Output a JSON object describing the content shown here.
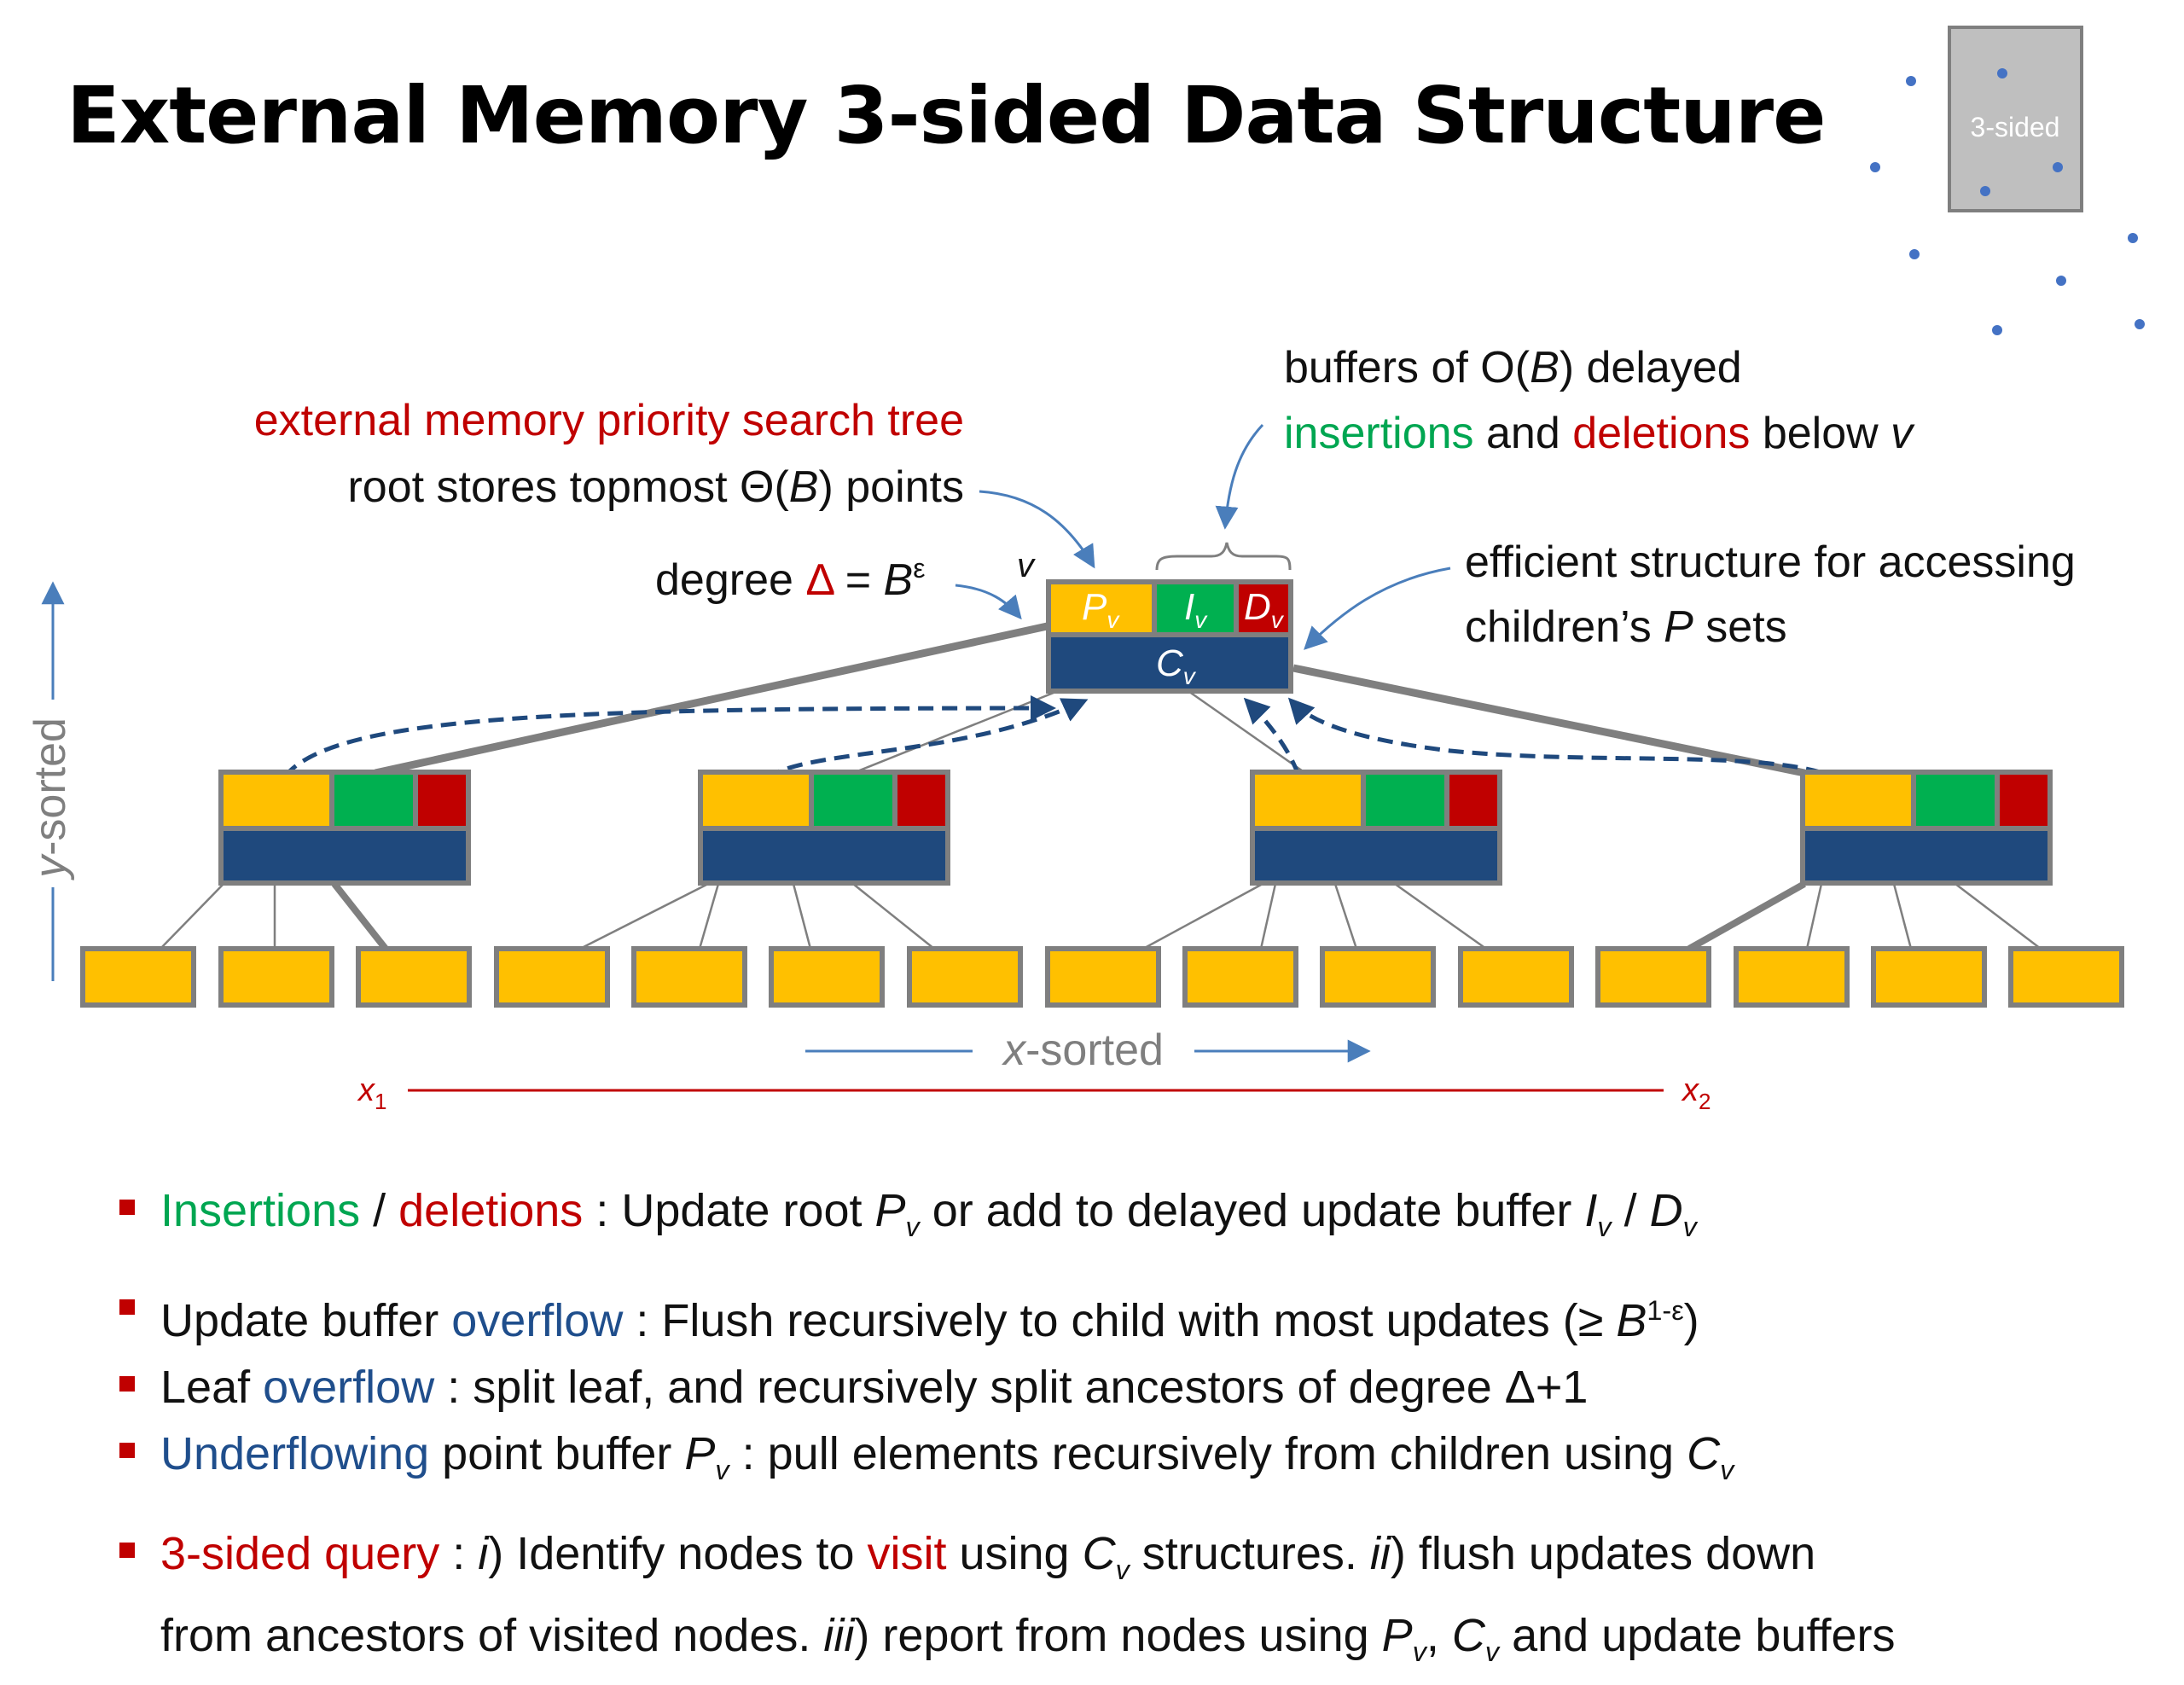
{
  "slide": {
    "title": "External Memory 3-sided Data Structure"
  },
  "thumbnail": {
    "label": "3-sided"
  },
  "annotations": {
    "em_pst": "external memory priority search tree",
    "root_stores_a": "root stores topmost Θ(",
    "root_stores_b": "B",
    "root_stores_c": ") points",
    "degree_a": "degree ",
    "degree_delta": "Δ",
    "degree_eq": " = ",
    "degree_B": "B",
    "degree_eps": "ε",
    "v_label": "v",
    "buffers_line1_a": "buffers of O(",
    "buffers_line1_b": "B",
    "buffers_line1_c": ") delayed",
    "buffers_ins": "insertions",
    "buffers_and": " and ",
    "buffers_del": "deletions",
    "buffers_below": " below ",
    "buffers_v": "v",
    "efficient_line1": "efficient structure for accessing",
    "efficient_line2_a": "children’s ",
    "efficient_line2_b": "P",
    "efficient_line2_c": " sets"
  },
  "node_labels": {
    "P": "P",
    "I": "I",
    "D": "D",
    "C": "C",
    "sub": "v"
  },
  "axes": {
    "y_italic": "y",
    "y_rest": "-sorted",
    "x_italic": "x",
    "x_rest": "-sorted",
    "x1": "x",
    "x1_sub": "1",
    "x2": "x",
    "x2_sub": "2"
  },
  "bullets": {
    "b1": {
      "ins": "Insertions",
      "sep": " / ",
      "del": "deletions",
      "rest1": " : Update root ",
      "P": "P",
      "sub": "v",
      "rest2": " or add to delayed update buffer ",
      "I": "I",
      "slash": " / ",
      "D": "D"
    },
    "b2": {
      "a": "Update buffer ",
      "overflow": "overflow",
      "b": " : Flush recursively to child with most updates (≥ ",
      "B": "B",
      "sup": "1-ε",
      "c": ")"
    },
    "b3": {
      "a": "Leaf ",
      "overflow": "overflow",
      "b": " : split leaf, and recursively split ancestors of degree Δ+1"
    },
    "b4": {
      "under": "Underflowing",
      "a": " point buffer ",
      "P": "P",
      "b": " : pull elements recursively from children using ",
      "C": "C"
    },
    "b5": {
      "q": "3-sided query",
      "a": " : ",
      "i": "i",
      "b": ") Identify nodes to ",
      "visit": "visit",
      "c": " using ",
      "C": "C",
      "d": " structures. ",
      "ii": "ii",
      "e": ") flush updates down",
      "f": "from ancestors of visited nodes. ",
      "iii": "iii",
      "g": ") report from nodes using ",
      "P": "P",
      "comma": ", ",
      "C2": "C",
      "h": " and update buffers"
    }
  },
  "colors": {
    "yellow": "#ffc000",
    "green": "#00b050",
    "red": "#c00000",
    "navy": "#1f497d",
    "arrow_blue": "#4a7ebb",
    "gray": "#7f7f7f"
  }
}
